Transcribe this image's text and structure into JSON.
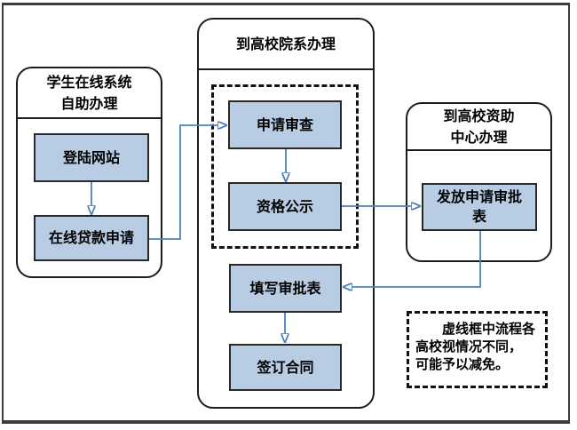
{
  "diagram": {
    "panels": {
      "student": {
        "title_lines": [
          "学生在线系统",
          "自助办理"
        ]
      },
      "department": {
        "title": "到高校院系办理"
      },
      "funding": {
        "title_lines": [
          "到高校资助",
          "中心办理"
        ]
      }
    },
    "steps": {
      "login": "登陆网站",
      "online_apply": "在线贷款申请",
      "review": "申请审查",
      "publicity": "资格公示",
      "issue_form_lines": [
        "发放申请审批",
        "表"
      ],
      "fill_form": "填写审批表",
      "sign_contract": "签订合同"
    },
    "note_lines": [
      "虚线框中流程各",
      "高校视情况不同，",
      "可能予以减免。"
    ],
    "colors": {
      "box_fill": "#b8cce4",
      "box_border": "#282828",
      "arrow": "#4f81bd",
      "panel_border": "#1c1c1c",
      "dashed_border": "#111111",
      "frame_border": "#3c3c3c"
    }
  }
}
